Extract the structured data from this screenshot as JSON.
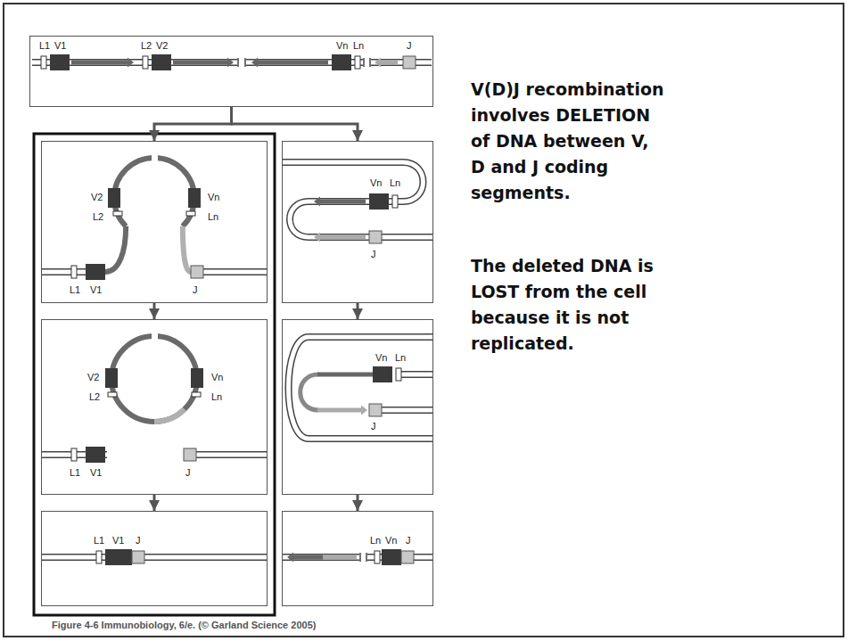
{
  "diagram": {
    "caption": "Figure 4-6 Immunobiology, 6/e. (© Garland Science 2005)",
    "nodes": [
      {
        "text": [
          "L1",
          "V1",
          "L2",
          "V2",
          "Vn",
          "Ln",
          "J"
        ]
      },
      {
        "text": [
          "V2",
          "Vn",
          "L2",
          "Ln",
          "L1",
          "V1",
          "J"
        ]
      },
      {
        "text": [
          "V2",
          "Vn",
          "L2",
          "Ln",
          "L1",
          "V1",
          "J"
        ]
      },
      {
        "text": [
          "L1",
          "V1",
          "J"
        ]
      },
      {
        "text": [
          "Vn",
          "Ln",
          "J"
        ]
      },
      {
        "text": [
          "Vn",
          "Ln",
          "J"
        ]
      },
      {
        "text": [
          "Ln",
          "Vn",
          "J"
        ]
      }
    ],
    "edges": [
      {
        "from": 0,
        "to": 1,
        "arrow": "to"
      },
      {
        "from": 0,
        "to": 4,
        "arrow": "to"
      },
      {
        "from": 1,
        "to": 2,
        "arrow": "to"
      },
      {
        "from": 2,
        "to": 3,
        "arrow": "to"
      },
      {
        "from": 4,
        "to": 5,
        "arrow": "to"
      },
      {
        "from": 5,
        "to": 6,
        "arrow": "to"
      }
    ],
    "labels": [
      "V(D)J recombination involves DELETION of DNA between V, D and J coding segments.",
      "The deleted DNA is LOST from the cell because it is not replicated."
    ]
  }
}
